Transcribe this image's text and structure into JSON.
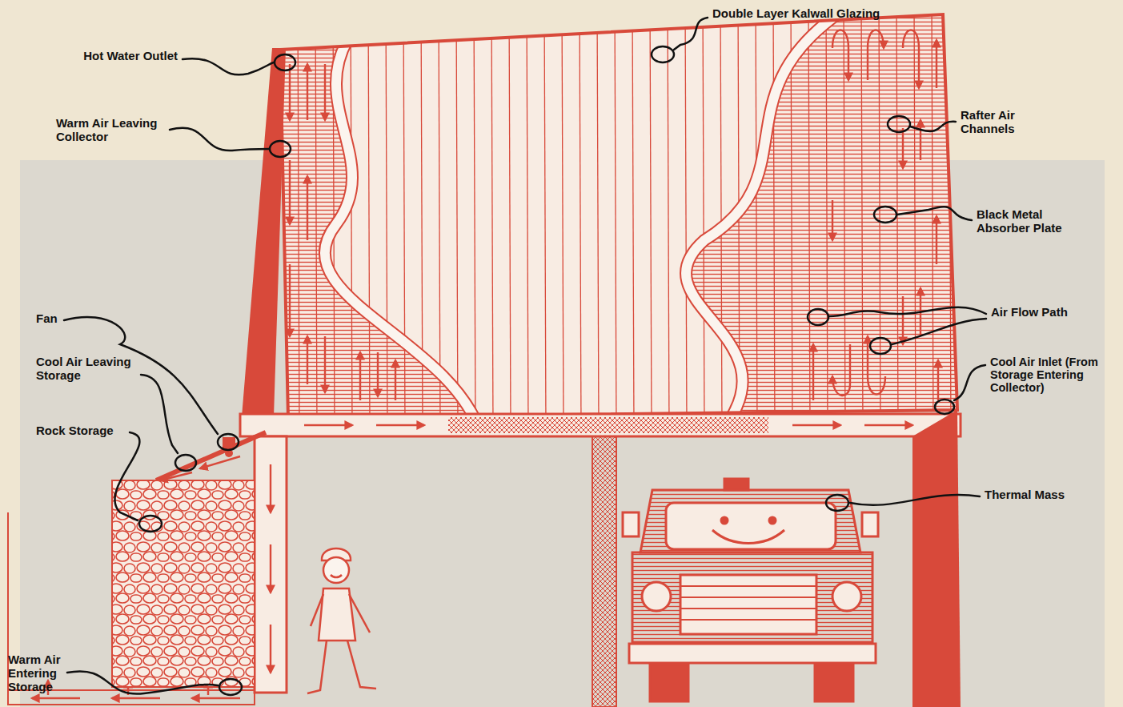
{
  "diagram": {
    "labels": [
      "Double Layer Kalwall Glazing",
      "Hot Water Outlet",
      "Warm Air Leaving Collector",
      "Rafter Air Channels",
      "Black Metal Absorber Plate",
      "Fan",
      "Cool Air Leaving Storage",
      "Rock Storage",
      "Air Flow Path",
      "Cool Air Inlet (From Storage Entering Collector)",
      "Thermal Mass",
      "Warm Air Entering Storage"
    ]
  }
}
